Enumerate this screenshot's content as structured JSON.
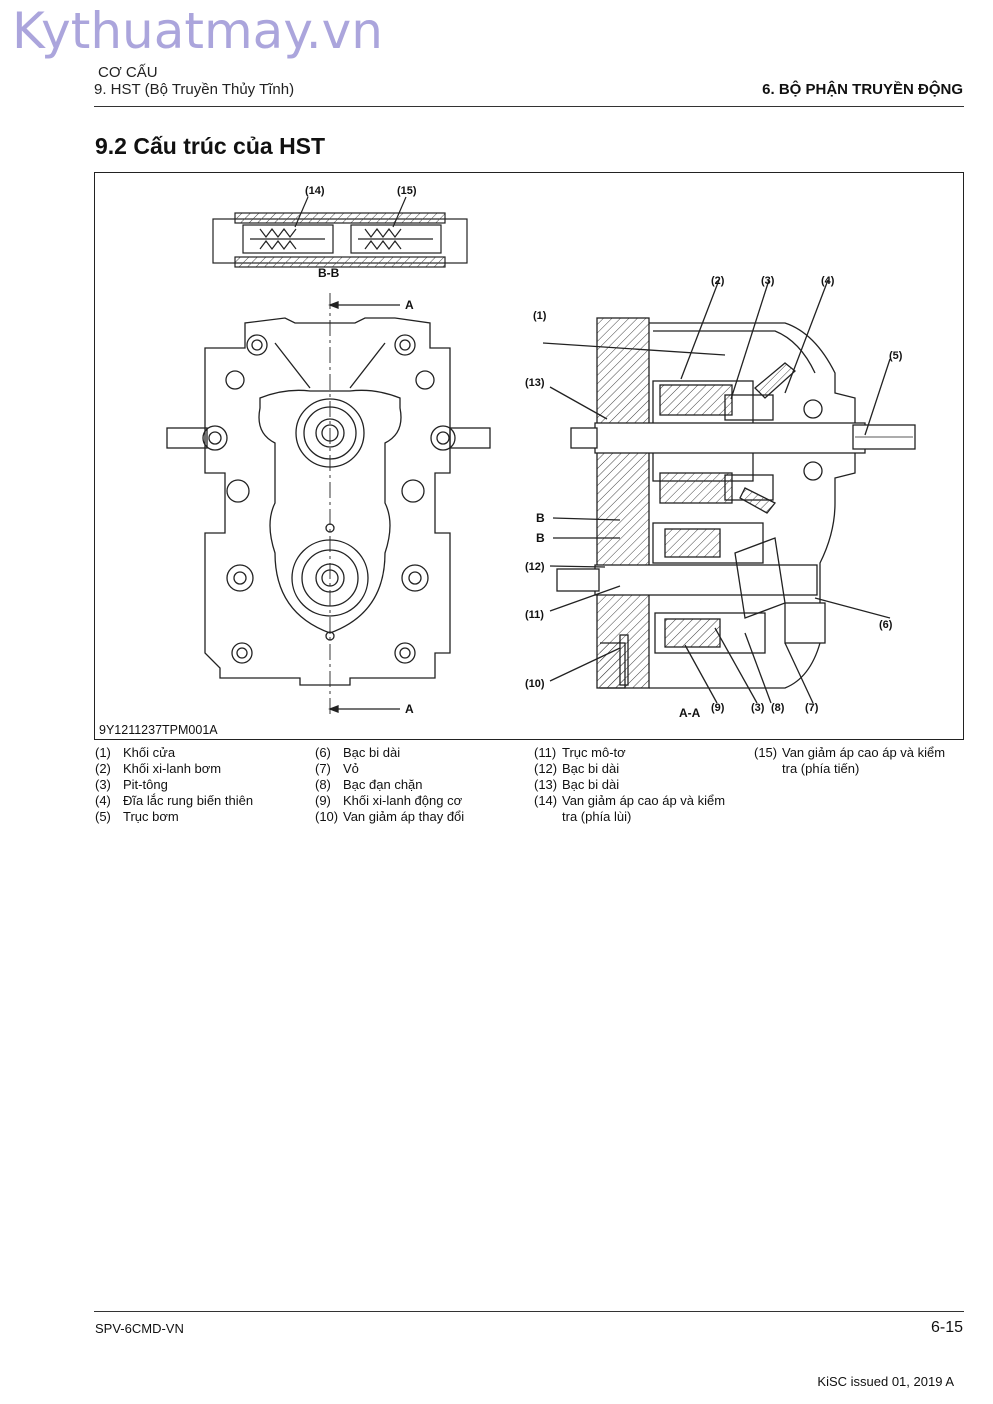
{
  "watermark": "Kythuatmay.vn",
  "header": {
    "chapter": "CƠ CẤU",
    "section": "9. HST (Bộ Truyền Thủy Tĩnh)",
    "part": "6. BỘ PHẬN TRUYỀN ĐỘNG"
  },
  "section_title": "9.2 Cấu trúc của HST",
  "figure": {
    "code": "9Y1211237TPM001A",
    "labels": {
      "l14": "(14)",
      "l15": "(15)",
      "bb": "B-B",
      "aTop": "A",
      "aBot": "A",
      "l1": "(1)",
      "l2": "(2)",
      "l3": "(3)",
      "l4": "(4)",
      "l5": "(5)",
      "l13": "(13)",
      "b1": "B",
      "b2": "B",
      "l12": "(12)",
      "l11": "(11)",
      "l6": "(6)",
      "l10": "(10)",
      "aa": "A-A",
      "l9": "(9)",
      "l3b": "(3)",
      "l8": "(8)",
      "l7": "(7)"
    }
  },
  "legend": [
    {
      "num": "(1)",
      "text": "Khối cửa"
    },
    {
      "num": "(2)",
      "text": "Khối xi-lanh bơm"
    },
    {
      "num": "(3)",
      "text": "Pit-tông"
    },
    {
      "num": "(4)",
      "text": "Đĩa lắc rung biến thiên"
    },
    {
      "num": "(5)",
      "text": "Trục bơm"
    },
    {
      "num": "(6)",
      "text": "Bạc bi dài"
    },
    {
      "num": "(7)",
      "text": "Vỏ"
    },
    {
      "num": "(8)",
      "text": "Bạc đạn chặn"
    },
    {
      "num": "(9)",
      "text": "Khối xi-lanh động cơ"
    },
    {
      "num": "(10)",
      "text": "Van giảm áp thay đổi"
    },
    {
      "num": "(11)",
      "text": "Trục mô-tơ"
    },
    {
      "num": "(12)",
      "text": "Bạc bi dài"
    },
    {
      "num": "(13)",
      "text": "Bạc bi dài"
    },
    {
      "num": "(14)",
      "text": "Van giảm áp cao áp và kiểm",
      "text2": "tra (phía lùi)"
    },
    {
      "num": "(15)",
      "text": "Van giảm áp cao áp và kiểm",
      "text2": "tra (phía tiến)"
    }
  ],
  "footer": {
    "doc_code": "SPV-6CMD-VN",
    "page": "6-15",
    "issued": "KiSC issued 01, 2019 A"
  }
}
